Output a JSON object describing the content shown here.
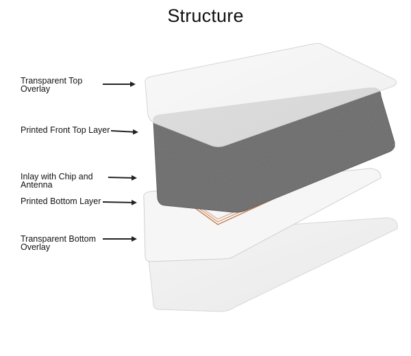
{
  "title": "Structure",
  "labels": {
    "top_overlay": "Transparent Top Overlay",
    "front_layer": "Printed Front Top Layer",
    "inlay": "Inlay with Chip and Antenna",
    "bottom_layer": "Printed Bottom Layer",
    "bottom_overlay": "Transparent Bottom Overlay"
  },
  "colors": {
    "overlay_fill": "#f2f2f2",
    "front_layer_fill": "#7a7a7a",
    "bottom_layer_fill": "#f6f6f6",
    "antenna_color": "#c97a4a",
    "arrow_color": "#222222"
  }
}
